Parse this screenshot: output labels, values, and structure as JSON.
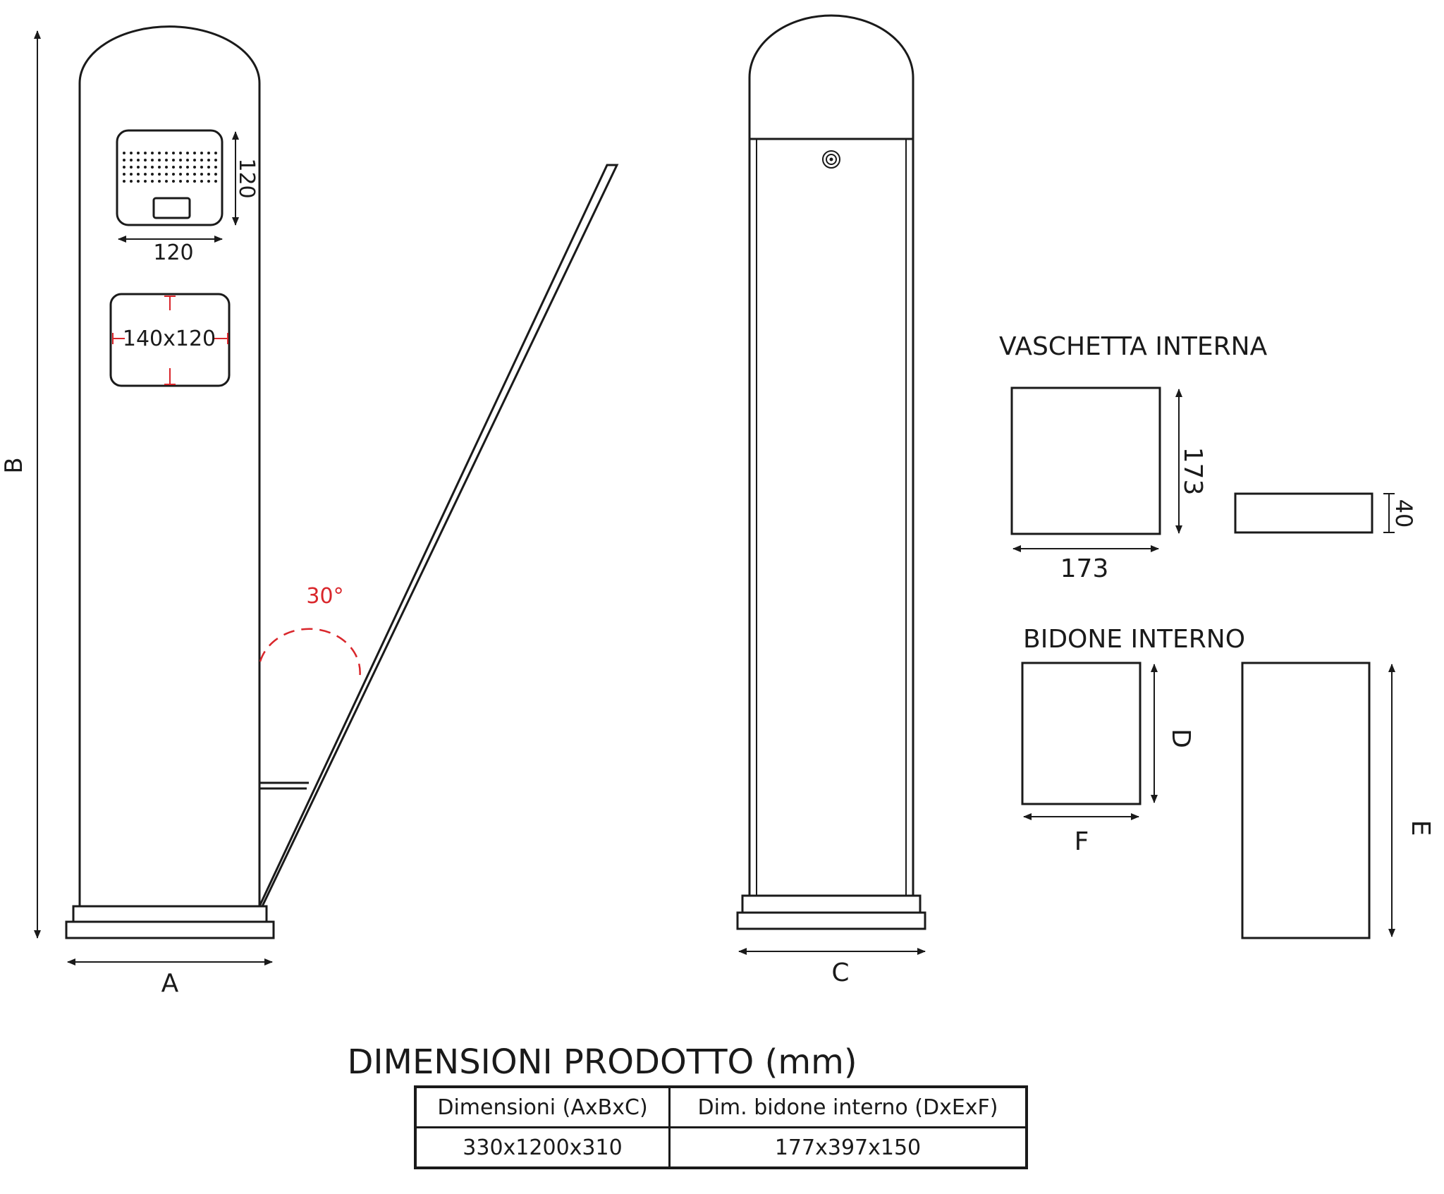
{
  "front_view": {
    "height_label": "B",
    "width_label": "A",
    "panel_height_label": "120",
    "panel_width_label": "120",
    "opening_label": "140x120",
    "angle_label": "30°"
  },
  "side_view": {
    "depth_label": "C"
  },
  "tray": {
    "title": "VASCHETTA INTERNA",
    "height_label": "173",
    "width_label": "173",
    "thickness_label": "40"
  },
  "bin": {
    "title": "BIDONE INTERNO",
    "height_label": "D",
    "width_label": "F",
    "full_height_label": "E"
  },
  "table": {
    "title": "DIMENSIONI PRODOTTO (mm)",
    "headers": [
      "Dimensioni (AxBxC)",
      "Dim. bidone interno (DxExF)"
    ],
    "values": [
      "330x1200x310",
      "177x397x150"
    ]
  },
  "colors": {
    "line": "#1a1a1a",
    "accent": "#d9262b"
  }
}
